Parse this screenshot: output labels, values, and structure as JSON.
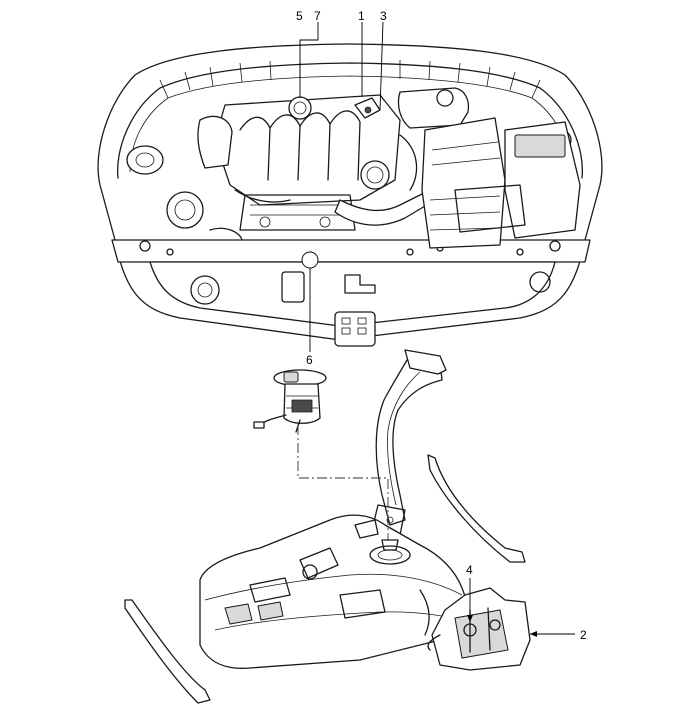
{
  "callouts": [
    {
      "id": "c1",
      "text": "1"
    },
    {
      "id": "c2",
      "text": "2"
    },
    {
      "id": "c3",
      "text": "3"
    },
    {
      "id": "c4",
      "text": "4"
    },
    {
      "id": "c5",
      "text": "5"
    },
    {
      "id": "c6",
      "text": "6"
    },
    {
      "id": "c7",
      "text": "7"
    }
  ],
  "colors": {
    "ink": "#1a1a1a",
    "shade": "#d9d9d9",
    "background": "#ffffff"
  }
}
